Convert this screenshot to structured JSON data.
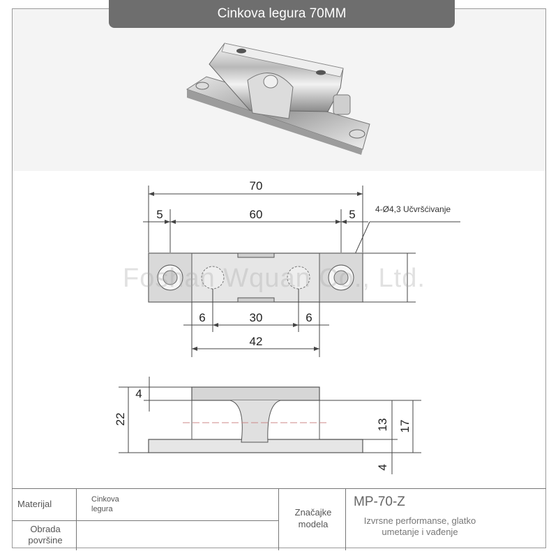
{
  "title": "Cinkova legura 70MM",
  "watermark": "Foshan Wquan Co., Ltd.",
  "dimensions": {
    "overall": "70",
    "left_margin": "5",
    "center_span": "60",
    "right_margin": "5",
    "mount_note": "4-Ø4,3 Učvršćivanje",
    "inner_left": "6",
    "inner_center": "30",
    "inner_right": "6",
    "inner_total": "42",
    "top_thickness": "4",
    "total_height": "22",
    "mid_height": "13",
    "side_height": "17",
    "base_thickness": "4"
  },
  "spec_table": {
    "material_label": "Materijal",
    "material_value": "Cinkova legura",
    "finish_label": "Obrada površine",
    "finish_value": "",
    "features_label": "Značajke modela",
    "model": "MP-70-Z",
    "features_value": "Izvrsne performanse, glatko umetanje i vađenje"
  }
}
